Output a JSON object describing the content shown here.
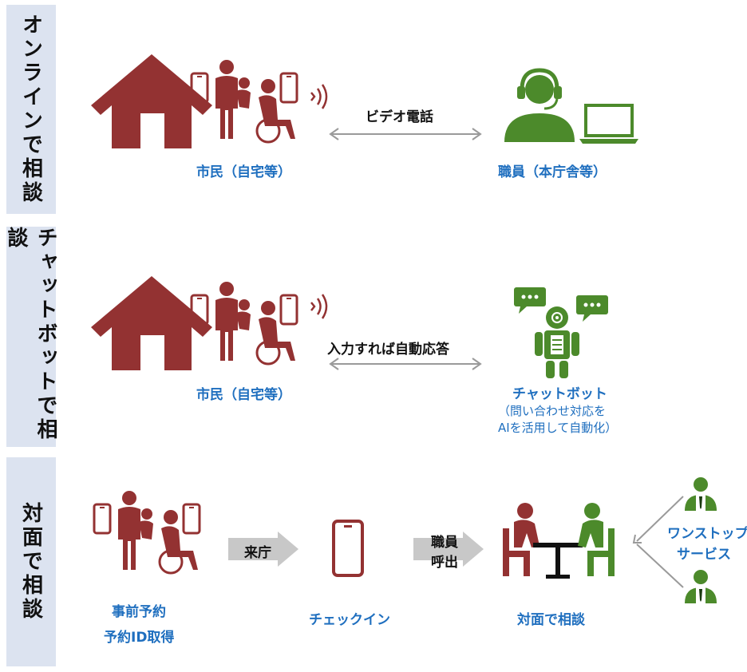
{
  "sections": {
    "online": {
      "side_label": "オンラインで相談"
    },
    "chatbot": {
      "side_label": "チャットボットで相談"
    },
    "inperson": {
      "side_label": "対面で相談"
    }
  },
  "online": {
    "citizen_label": "市民（自宅等）",
    "arrow_label": "ビデオ電話",
    "staff_label": "職員（本庁舎等）"
  },
  "chatbot": {
    "citizen_label": "市民（自宅等）",
    "arrow_label": "入力すれば自動応答",
    "bot_title": "チャットボット",
    "bot_note_line1": "（問い合わせ対応を",
    "bot_note_line2": "AIを活用して自動化）"
  },
  "inperson": {
    "reserve_line1": "事前予約",
    "reserve_line2": "予約ID取得",
    "arrow1_label": "来庁",
    "checkin_label": "チェックイン",
    "arrow2_line1": "職員",
    "arrow2_line2": "呼出",
    "consult_label": "対面で相談",
    "onestop_line1": "ワンストップ",
    "onestop_line2": "サービス"
  },
  "colors": {
    "citizen": "#933232",
    "staff": "#4c8a2b",
    "label_blue": "#1f6fbf",
    "side_bg": "#dce3f0",
    "arrow_gray": "#9a9a9a"
  },
  "icons": [
    "house-icon",
    "family-icon",
    "phone-icon",
    "signal-icon",
    "operator-icon",
    "laptop-icon",
    "robot-icon",
    "chat-bubble-icon",
    "meeting-icon",
    "staff-person-icon"
  ]
}
